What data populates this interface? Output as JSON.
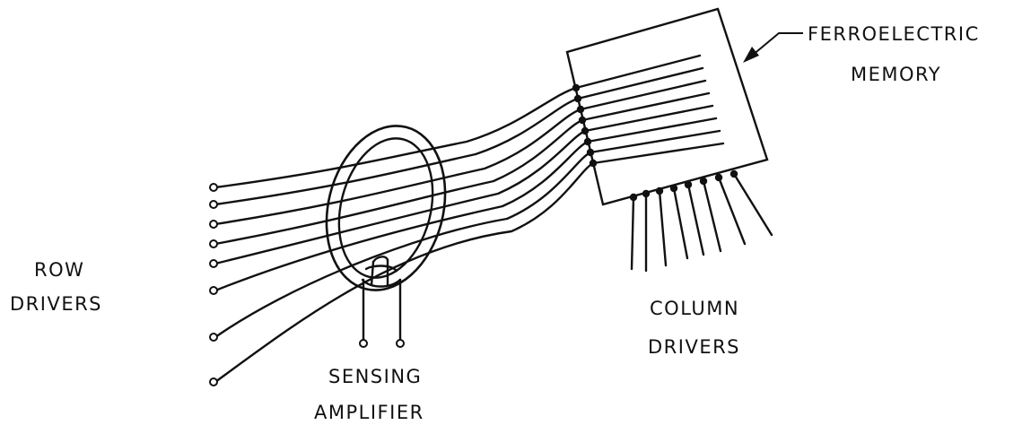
{
  "labels": {
    "memory_line1": "FERROELECTRIC",
    "memory_line2": "MEMORY",
    "row_line1": "ROW",
    "row_line2": "DRIVERS",
    "column_line1": "COLUMN",
    "column_line2": "DRIVERS",
    "sensing_line1": "SENSING",
    "sensing_line2": "AMPLIFIER"
  }
}
